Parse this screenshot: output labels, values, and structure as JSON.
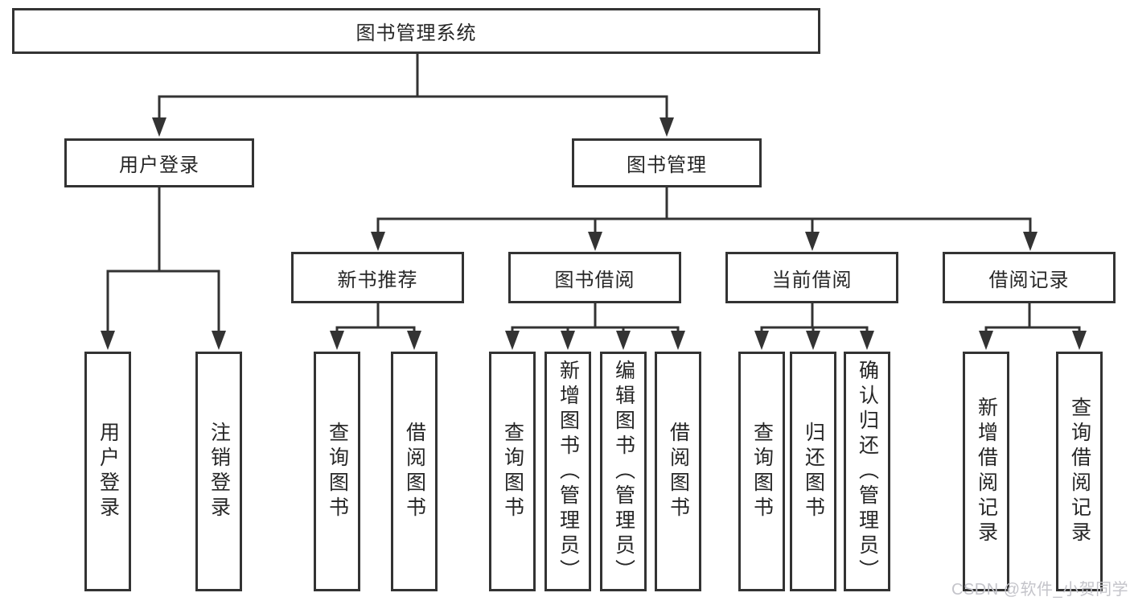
{
  "tree": {
    "label": "图书管理系统",
    "children": [
      {
        "label": "用户登录",
        "children": [
          {
            "label": "用户登录"
          },
          {
            "label": "注销登录"
          }
        ]
      },
      {
        "label": "图书管理",
        "children": [
          {
            "label": "新书推荐",
            "children": [
              {
                "label": "查询图书"
              },
              {
                "label": "借阅图书"
              }
            ]
          },
          {
            "label": "图书借阅",
            "children": [
              {
                "label": "查询图书"
              },
              {
                "label": "新增图书（管理员）"
              },
              {
                "label": "编辑图书（管理员）"
              },
              {
                "label": "借阅图书"
              }
            ]
          },
          {
            "label": "当前借阅",
            "children": [
              {
                "label": "查询图书"
              },
              {
                "label": "归还图书"
              },
              {
                "label": "确认归还（管理员）"
              }
            ]
          },
          {
            "label": "借阅记录",
            "children": [
              {
                "label": "新增借阅记录"
              },
              {
                "label": "查询借阅记录"
              }
            ]
          }
        ]
      }
    ]
  },
  "watermark": {
    "text": "CSDN @软件_小贺同学"
  },
  "colors": {
    "line": "#333333",
    "text": "#262626",
    "watermark": "#c4c4ca",
    "background": "#ffffff"
  }
}
